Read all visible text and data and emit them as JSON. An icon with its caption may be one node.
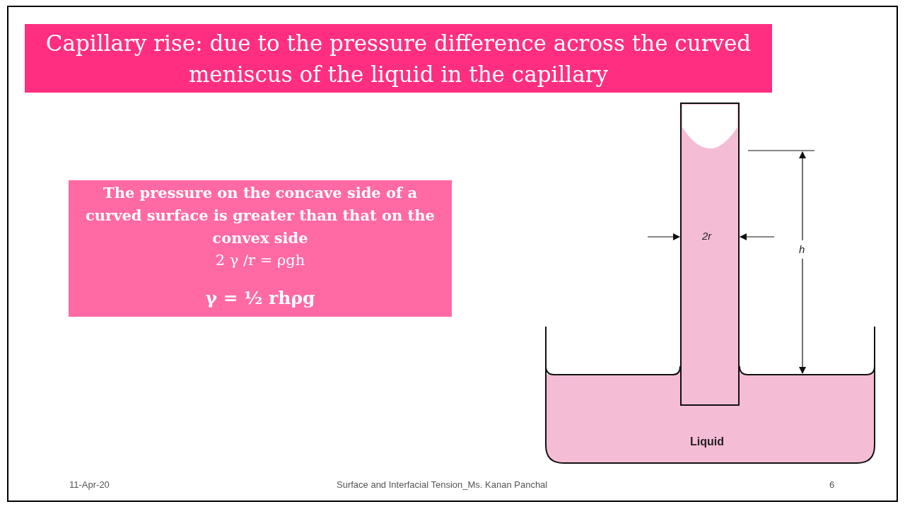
{
  "diagram": {
    "title": "Capillary rise: due to the pressure difference across the curved meniscus of the liquid in the capillary",
    "nodes": [
      {
        "text": [
          "The pressure on the concave side of a curved surface is greater than that on the convex side",
          "2 γ /r = ρgh",
          "γ = ½  rhρg"
        ]
      }
    ],
    "labels": [
      "2r",
      "h",
      "Liquid",
      "11-Apr-20",
      "Surface and Interfacial Tension_Ms. Kanan Panchal",
      "6"
    ]
  }
}
